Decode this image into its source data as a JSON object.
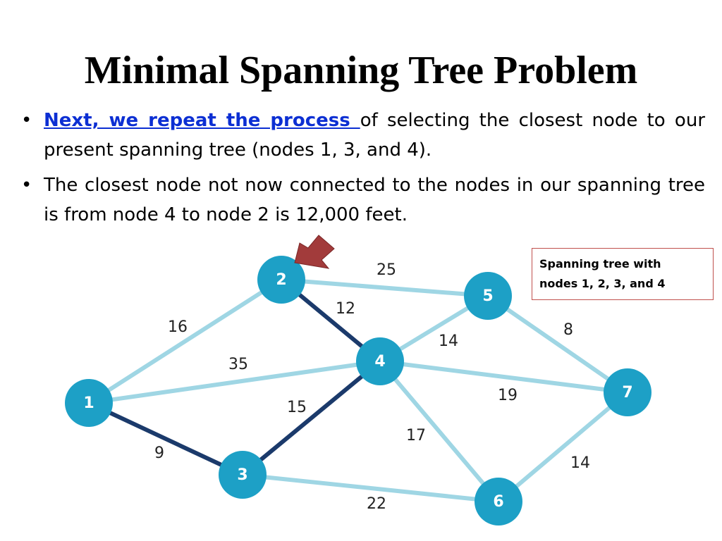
{
  "slide": {
    "title": "Minimal Spanning Tree Problem",
    "bullets": [
      {
        "link_text": "Next, we repeat the process ",
        "text": "of selecting the closest node to our present spanning tree (nodes 1, 3, and 4)."
      },
      {
        "text": "The closest node not now connected to the nodes in our spanning tree is from node 4 to node 2 is 12,000 feet."
      }
    ],
    "bullet_glyph": "•",
    "callout": {
      "line1": "Spanning tree with",
      "line2": "nodes 1, 2, 3, and 4"
    }
  },
  "graph": {
    "nodes": [
      {
        "id": "1",
        "label": "1"
      },
      {
        "id": "2",
        "label": "2"
      },
      {
        "id": "3",
        "label": "3"
      },
      {
        "id": "4",
        "label": "4"
      },
      {
        "id": "5",
        "label": "5"
      },
      {
        "id": "6",
        "label": "6"
      },
      {
        "id": "7",
        "label": "7"
      }
    ],
    "edges": [
      {
        "from": "1",
        "to": "2",
        "weight": "16",
        "in_tree": false
      },
      {
        "from": "1",
        "to": "4",
        "weight": "35",
        "in_tree": false
      },
      {
        "from": "1",
        "to": "3",
        "weight": "9",
        "in_tree": true
      },
      {
        "from": "2",
        "to": "5",
        "weight": "25",
        "in_tree": false
      },
      {
        "from": "2",
        "to": "4",
        "weight": "12",
        "in_tree": true
      },
      {
        "from": "3",
        "to": "4",
        "weight": "15",
        "in_tree": true
      },
      {
        "from": "3",
        "to": "6",
        "weight": "22",
        "in_tree": false
      },
      {
        "from": "4",
        "to": "5",
        "weight": "14",
        "in_tree": false
      },
      {
        "from": "4",
        "to": "7",
        "weight": "19",
        "in_tree": false
      },
      {
        "from": "4",
        "to": "6",
        "weight": "17",
        "in_tree": false
      },
      {
        "from": "5",
        "to": "7",
        "weight": "8",
        "in_tree": false
      },
      {
        "from": "6",
        "to": "7",
        "weight": "14",
        "in_tree": false
      }
    ],
    "colors": {
      "node": "#1da0c6",
      "edge": "#9fd6e4",
      "tree_edge": "#1b3a6b",
      "pointer_arrow": "#a23b3b"
    },
    "pointer_icon": "arrow-pointing-to-node-2"
  }
}
